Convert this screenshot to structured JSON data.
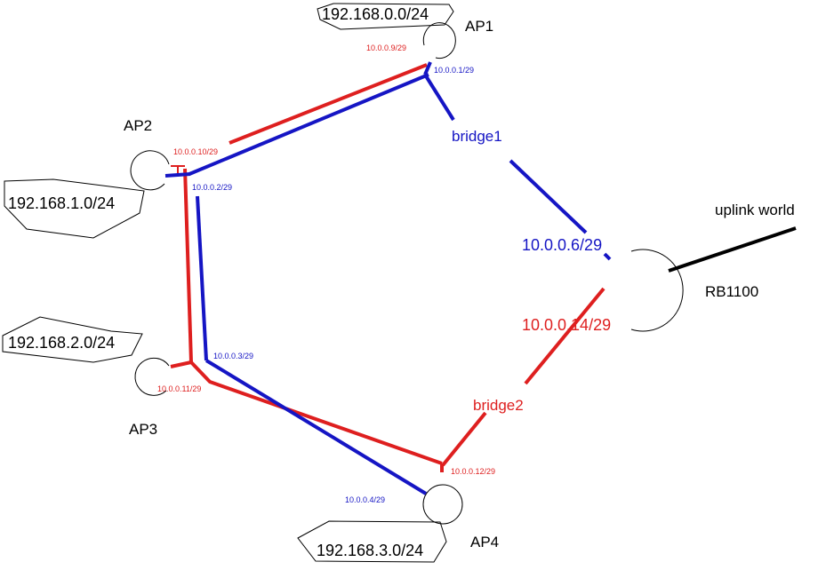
{
  "colors": {
    "blue": "#1515c4",
    "red": "#de1f1f",
    "black": "#000000"
  },
  "nodes": {
    "ap1": "AP1",
    "ap2": "AP2",
    "ap3": "AP3",
    "ap4": "AP4",
    "rb1100": "RB1100"
  },
  "uplink_label": "uplink world",
  "subnets": {
    "ap1": "192.168.0.0/24",
    "ap2": "192.168.1.0/24",
    "ap3": "192.168.2.0/24",
    "ap4": "192.168.3.0/24"
  },
  "bridges": {
    "bridge1": "bridge1",
    "bridge2": "bridge2"
  },
  "ips": {
    "ap1_red": "10.0.0.9/29",
    "ap1_blue": "10.0.0.1/29",
    "ap2_red": "10.0.0.10/29",
    "ap2_blue": "10.0.0.2/29",
    "ap3_blue": "10.0.0.3/29",
    "ap3_red": "10.0.0.11/29",
    "ap4_red": "10.0.0.12/29",
    "ap4_blue": "10.0.0.4/29",
    "rb_blue": "10.0.0.6/29",
    "rb_red": "10.0.0.14/29"
  }
}
